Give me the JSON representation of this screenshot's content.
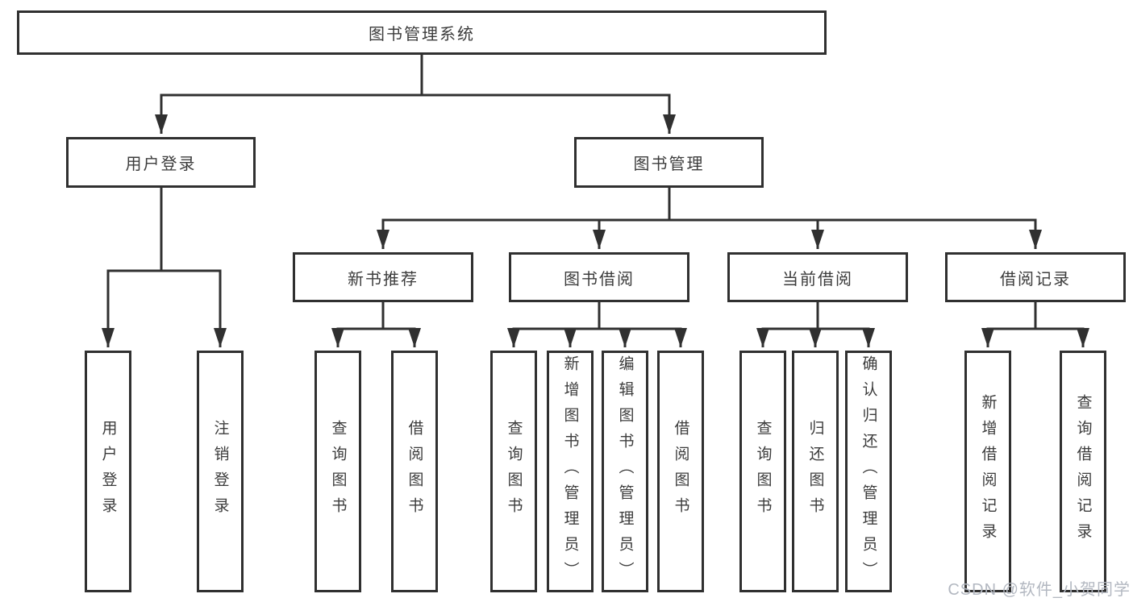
{
  "tree": {
    "root": "图书管理系统",
    "branches": [
      {
        "label": "用户登录",
        "leaves": [
          "用户登录",
          "注销登录"
        ]
      },
      {
        "label": "图书管理",
        "sections": [
          {
            "label": "新书推荐",
            "leaves": [
              "查询图书",
              "借阅图书"
            ]
          },
          {
            "label": "图书借阅",
            "leaves": [
              "查询图书",
              "新增图书（管理员）",
              "编辑图书（管理员）",
              "借阅图书"
            ]
          },
          {
            "label": "当前借阅",
            "leaves": [
              "查询图书",
              "归还图书",
              "确认归还（管理员）"
            ]
          },
          {
            "label": "借阅记录",
            "leaves": [
              "新增借阅记录",
              "查询借阅记录"
            ]
          }
        ]
      }
    ]
  },
  "watermark": "CSDN @软件_小贺同学",
  "colors": {
    "line": "#303030",
    "text": "#3c3c3c",
    "watermark": "#b3b8c1",
    "background": "#ffffff"
  }
}
